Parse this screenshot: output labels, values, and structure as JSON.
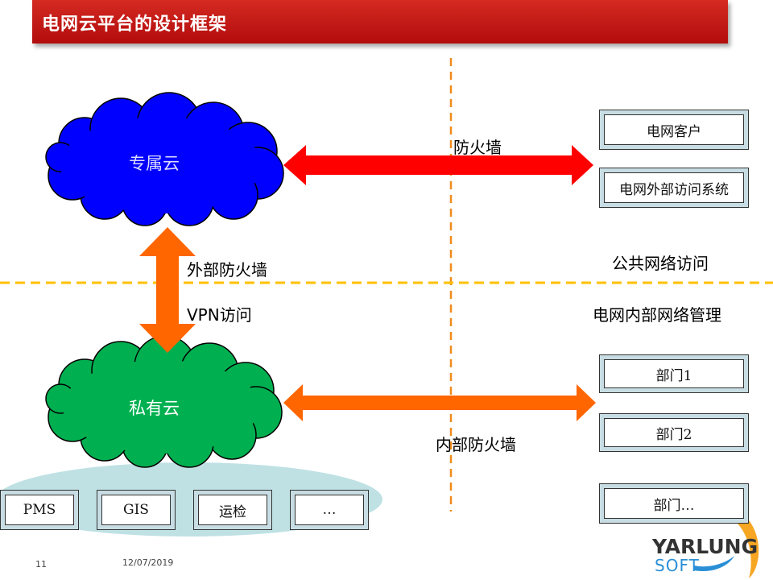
{
  "title": "电网云平台的设计框架",
  "clouds": {
    "dedicated": "专属云",
    "private": "私有云"
  },
  "labels": {
    "firewall_top": "防火墙",
    "external_firewall": "外部防火墙",
    "vpn": "VPN访问",
    "public_access": "公共网络访问",
    "internal_mgmt": "电网内部网络管理",
    "internal_firewall": "内部防火墙"
  },
  "public_boxes": [
    "电网客户",
    "电网外部访问系统"
  ],
  "dept_boxes": [
    "部门1",
    "部门2",
    "部门…"
  ],
  "systems": [
    "PMS",
    "GIS",
    "运检",
    "…"
  ],
  "footer": {
    "page": "11",
    "date": "12/07/2019"
  },
  "logo": {
    "top": "YARLUNG",
    "bottom": "SOFT"
  },
  "colors": {
    "title_bg": "#c0141a",
    "cloud_dedicated": "#0000ff",
    "cloud_private": "#00b050",
    "arrow_red": "#ff0000",
    "arrow_orange": "#ff6600",
    "divider": "#ffc000",
    "ellipse": "#bfe1e4"
  }
}
